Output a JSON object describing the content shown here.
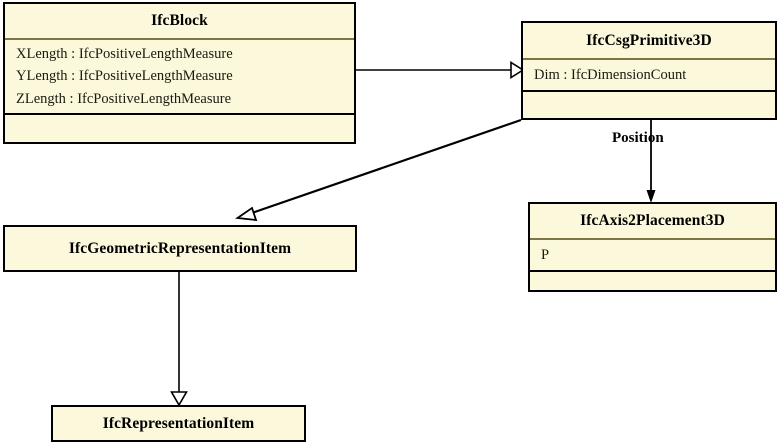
{
  "diagram": {
    "type": "uml-class-diagram",
    "background_color": "#ffffff",
    "class_fill_color": "#fcf8dc",
    "class_border_color": "#000000",
    "separator_color": "#7d7543",
    "edge_color": "#000000"
  },
  "classes": {
    "ifc_block": {
      "name": "IfcBlock",
      "attributes": [
        "XLength : IfcPositiveLengthMeasure",
        "YLength : IfcPositiveLengthMeasure",
        "ZLength : IfcPositiveLengthMeasure"
      ],
      "operations": []
    },
    "ifc_csg_primitive_3d": {
      "name": "IfcCsgPrimitive3D",
      "attributes": [
        "Dim : IfcDimensionCount"
      ],
      "operations": []
    },
    "ifc_axis2_placement_3d": {
      "name": "IfcAxis2Placement3D",
      "attributes": [
        "P"
      ],
      "operations": []
    },
    "ifc_geometric_representation_item": {
      "name": "IfcGeometricRepresentationItem",
      "attributes": [],
      "operations": []
    },
    "ifc_representation_item": {
      "name": "IfcRepresentationItem",
      "attributes": [],
      "operations": []
    }
  },
  "edges": [
    {
      "id": "block-to-csg",
      "from": "IfcBlock",
      "to": "IfcCsgPrimitive3D",
      "kind": "generalization",
      "arrowhead": "hollow-triangle",
      "label": ""
    },
    {
      "id": "csg-to-geomrep",
      "from": "IfcCsgPrimitive3D",
      "to": "IfcGeometricRepresentationItem",
      "kind": "generalization",
      "arrowhead": "hollow-triangle",
      "label": ""
    },
    {
      "id": "csg-position-axis",
      "from": "IfcCsgPrimitive3D",
      "to": "IfcAxis2Placement3D",
      "kind": "association",
      "arrowhead": "open-arrow",
      "label": "Position"
    },
    {
      "id": "geomrep-to-repitem",
      "from": "IfcGeometricRepresentationItem",
      "to": "IfcRepresentationItem",
      "kind": "generalization",
      "arrowhead": "hollow-triangle",
      "label": ""
    }
  ]
}
